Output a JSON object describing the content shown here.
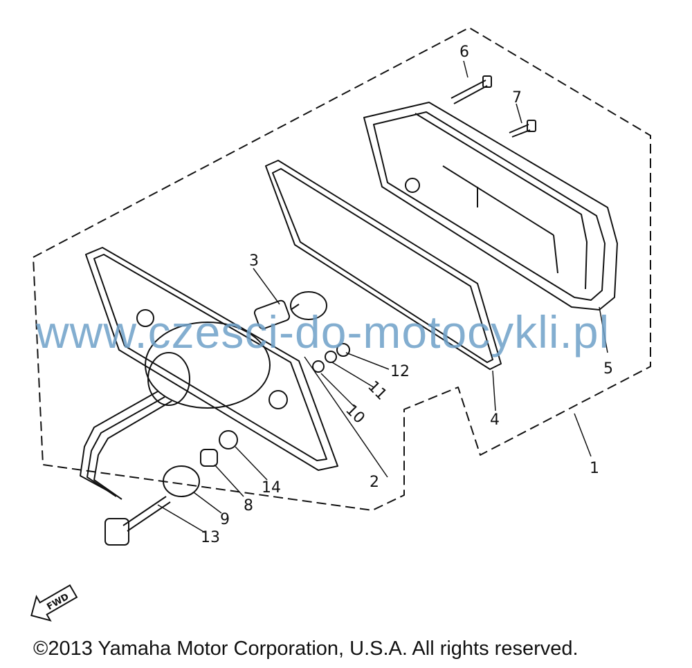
{
  "diagram": {
    "callouts": [
      "1",
      "2",
      "3",
      "4",
      "5",
      "6",
      "7",
      "8",
      "9",
      "10",
      "11",
      "12",
      "13",
      "14"
    ],
    "fwd_label": "FWD"
  },
  "watermark": "www.czesci-do-motocykli.pl",
  "copyright": "©2013 Yamaha Motor Corporation, U.S.A. All rights reserved."
}
